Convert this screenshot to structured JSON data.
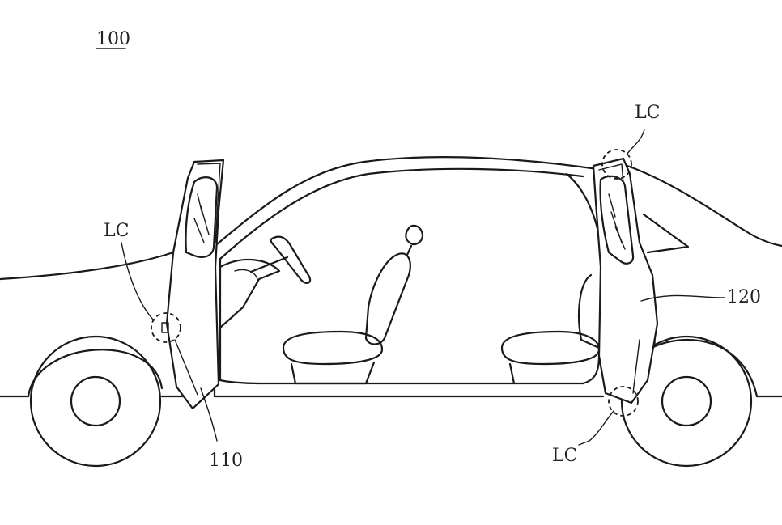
{
  "figure": {
    "ref_number": "100",
    "labels": {
      "lc_top_right": "LC",
      "lc_left": "LC",
      "lc_bottom_right": "LC",
      "front_door": "110",
      "rear_door": "120"
    }
  }
}
